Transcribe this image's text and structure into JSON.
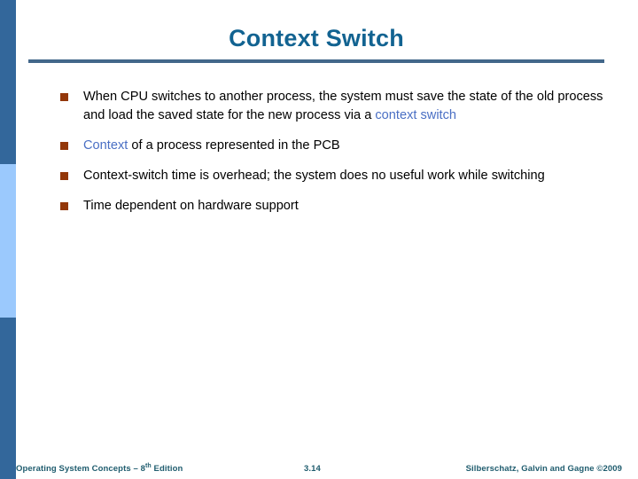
{
  "slide": {
    "title": "Context Switch",
    "accent_color": "#126391",
    "rule_color": "#42678A",
    "bullet_marker_color": "#933709",
    "highlight_color": "#4A6FC4",
    "sidebar": {
      "band_top_color": "#33679B",
      "band_mid_color": "#9BC9FD",
      "band_bottom_color": "#33679B"
    },
    "bullets": [
      {
        "id": "bullet-context-switch-definition",
        "segments": [
          {
            "text": "When CPU switches to another process, the system must save the state of the old process and load the saved state for the new process via a ",
            "style": "normal"
          },
          {
            "text": "context switch",
            "style": "highlight"
          }
        ]
      },
      {
        "id": "bullet-context-in-pcb",
        "segments": [
          {
            "text": "Context",
            "style": "highlight"
          },
          {
            "text": " of a process represented in the PCB",
            "style": "normal"
          }
        ]
      },
      {
        "id": "bullet-context-switch-overhead",
        "segments": [
          {
            "text": "Context-switch time is overhead; the system does no useful work while switching",
            "style": "normal"
          }
        ]
      },
      {
        "id": "bullet-hardware-support",
        "segments": [
          {
            "text": "Time dependent on hardware support",
            "style": "normal"
          }
        ]
      }
    ]
  },
  "footer": {
    "left_prefix": "Operating System Concepts – 8",
    "left_superscript": "th",
    "left_suffix": " Edition",
    "page_number": "3.14",
    "copyright": "Silberschatz, Galvin and Gagne ©2009",
    "color": "#1F5C6E"
  }
}
